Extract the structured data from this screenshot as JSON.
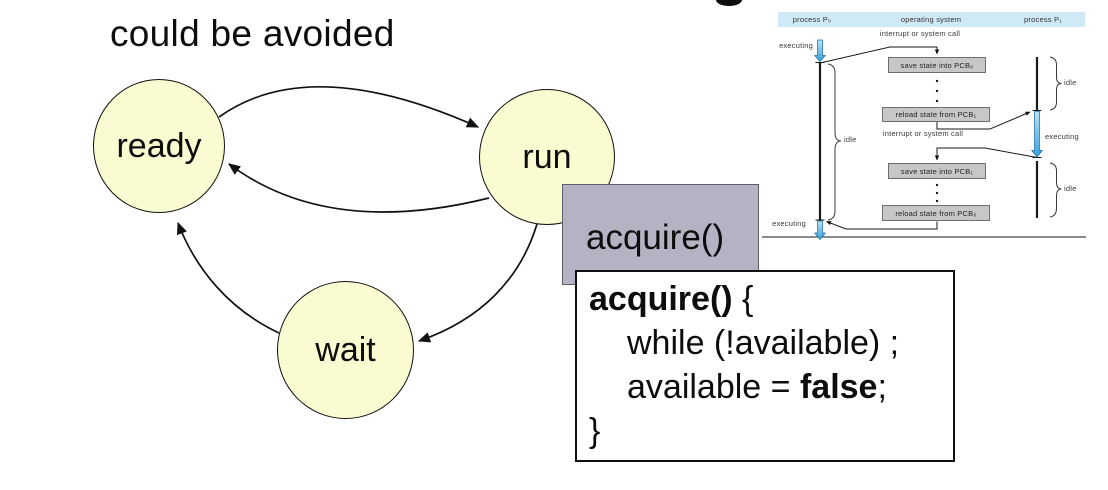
{
  "title": "could be avoided",
  "states": {
    "ready": "ready",
    "run": "run",
    "wait": "wait"
  },
  "acquire_box": {
    "label": "acquire()"
  },
  "code_box": {
    "line1_bold": "acquire()",
    "line1_rest": " {",
    "line2": "while (!available) ;",
    "line3_pre": "available = ",
    "line3_bold": "false",
    "line3_post": ";",
    "line4": "}"
  },
  "context_switch": {
    "header": {
      "left": "process P₀",
      "center": "operating system",
      "right": "process P₁"
    },
    "interrupt_top": "interrupt or system call",
    "interrupt_mid": "interrupt or system call",
    "executing_top_left": "executing",
    "executing_right": "executing",
    "executing_bottom_left": "executing",
    "idle_left": "idle",
    "idle_right_top": "idle",
    "idle_right_bottom": "idle",
    "boxes": {
      "save0": "save state into PCB₀",
      "reload1": "reload state from PCB₁",
      "save1": "save state into PCB₁",
      "reload0": "reload state from PCB₀"
    }
  },
  "colors": {
    "state_fill": "#fbfbd1",
    "acquire_box_fill": "#b5b2c3",
    "band_fill": "#cfe9f6",
    "os_box_fill": "#c7c7c7",
    "exec_arrow_top": "#b9e2f6",
    "exec_arrow_bottom": "#38a0da"
  }
}
